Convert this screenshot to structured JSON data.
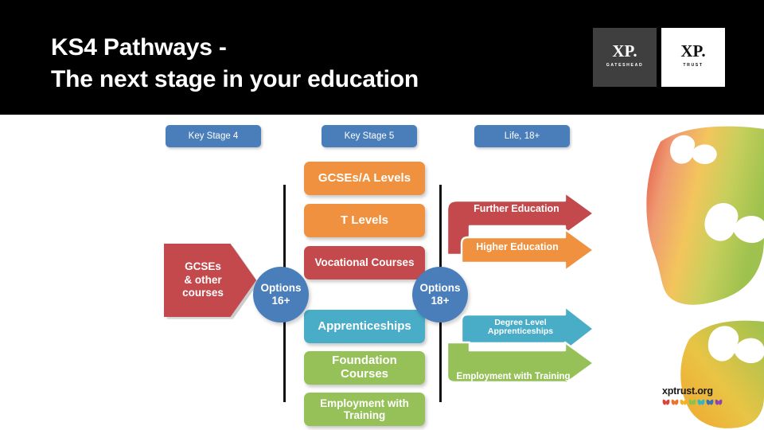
{
  "header": {
    "title": "KS4 Pathways -\nThe next stage in your education",
    "background_color": "#000000",
    "logos": [
      {
        "name": "xp-gateshead-logo",
        "mark": "XP.",
        "sub": "GATESHEAD",
        "bg": "#3f3f3f",
        "fg": "#ffffff"
      },
      {
        "name": "xp-trust-logo",
        "mark": "XP.",
        "sub": "TRUST",
        "bg": "#ffffff",
        "fg": "#111111"
      }
    ]
  },
  "diagram": {
    "type": "flow-pathway",
    "stage_headers": [
      {
        "label": "Key Stage 4",
        "color": "#4a7ebb"
      },
      {
        "label": "Key Stage 5",
        "color": "#4a7ebb"
      },
      {
        "label": "Life, 18+",
        "color": "#4a7ebb"
      }
    ],
    "entry_block": {
      "label": "GCSEs\n& other\ncourses",
      "color": "#c3494c",
      "shape": "pentagon-arrow"
    },
    "decision_nodes": [
      {
        "label": "Options\n16+",
        "color": "#4a7ebb"
      },
      {
        "label": "Options\n18+",
        "color": "#4a7ebb"
      }
    ],
    "ks5_options": [
      {
        "label": "GCSEs/A Levels",
        "color": "#f0913f"
      },
      {
        "label": "T Levels",
        "color": "#f0913f"
      },
      {
        "label": "Vocational Courses",
        "color": "#c3494c"
      },
      {
        "label": "Apprenticeships",
        "color": "#49adc8"
      },
      {
        "label": "Foundation\nCourses",
        "color": "#96c158"
      },
      {
        "label": "Employment with\nTraining",
        "color": "#96c158"
      }
    ],
    "life_outcomes": [
      {
        "label": "Further Education",
        "color": "#c3494c"
      },
      {
        "label": "Higher Education",
        "color": "#f0913f"
      },
      {
        "label": "Degree Level\nApprenticeships",
        "color": "#49adc8"
      },
      {
        "label": "Employment with Training",
        "color": "#96c158"
      }
    ]
  },
  "footer": {
    "brand_url": "xptrust.org",
    "butterfly_colors": [
      "#d9443f",
      "#e8742c",
      "#f0b429",
      "#8bc34a",
      "#2fb6c9",
      "#3f6fb5",
      "#8e44ad"
    ]
  }
}
